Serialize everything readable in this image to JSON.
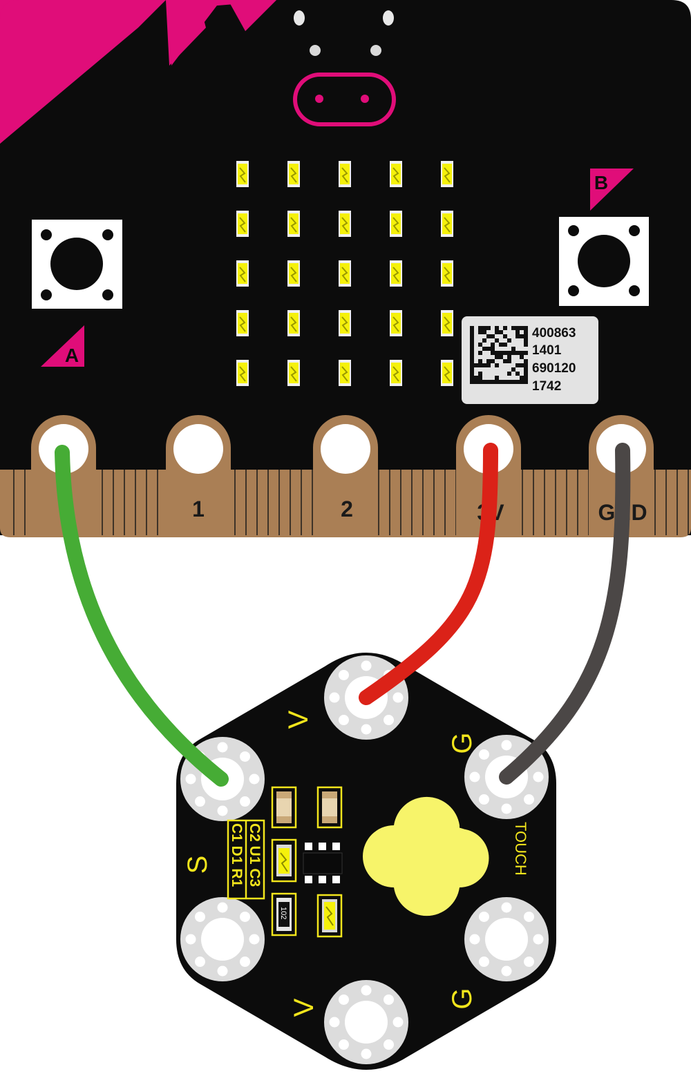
{
  "board": {
    "buttons": {
      "a_label": "A",
      "b_label": "B"
    },
    "pins": {
      "p1": "1",
      "p2": "2",
      "p3v": "3V",
      "gnd": "GND"
    },
    "serial_label": {
      "line1": "400863",
      "line2": "1401",
      "line3": "690120",
      "line4": "1742"
    },
    "led_rows": 5,
    "led_cols": 5
  },
  "module": {
    "pad_labels": {
      "v_top": "V",
      "g_top": "G",
      "s_left": "S",
      "v_bottom": "V",
      "g_bottom": "G"
    },
    "silkscreen": {
      "row1": "C2 U1 C3",
      "row2": "C1 D1 R1",
      "resistor_code": "102"
    },
    "touch_label": "TOUCH"
  },
  "wires": [
    {
      "name": "signal-wire",
      "color": "#46ac35"
    },
    {
      "name": "power-wire",
      "color": "#db2218"
    },
    {
      "name": "ground-wire",
      "color": "#4b4746"
    }
  ],
  "colors": {
    "board": "#0c0c0c",
    "accent": "#e00d79",
    "copper": "#aa7f55",
    "led": "#f5f10b",
    "module_pad_yellow": "#f2e51c"
  }
}
